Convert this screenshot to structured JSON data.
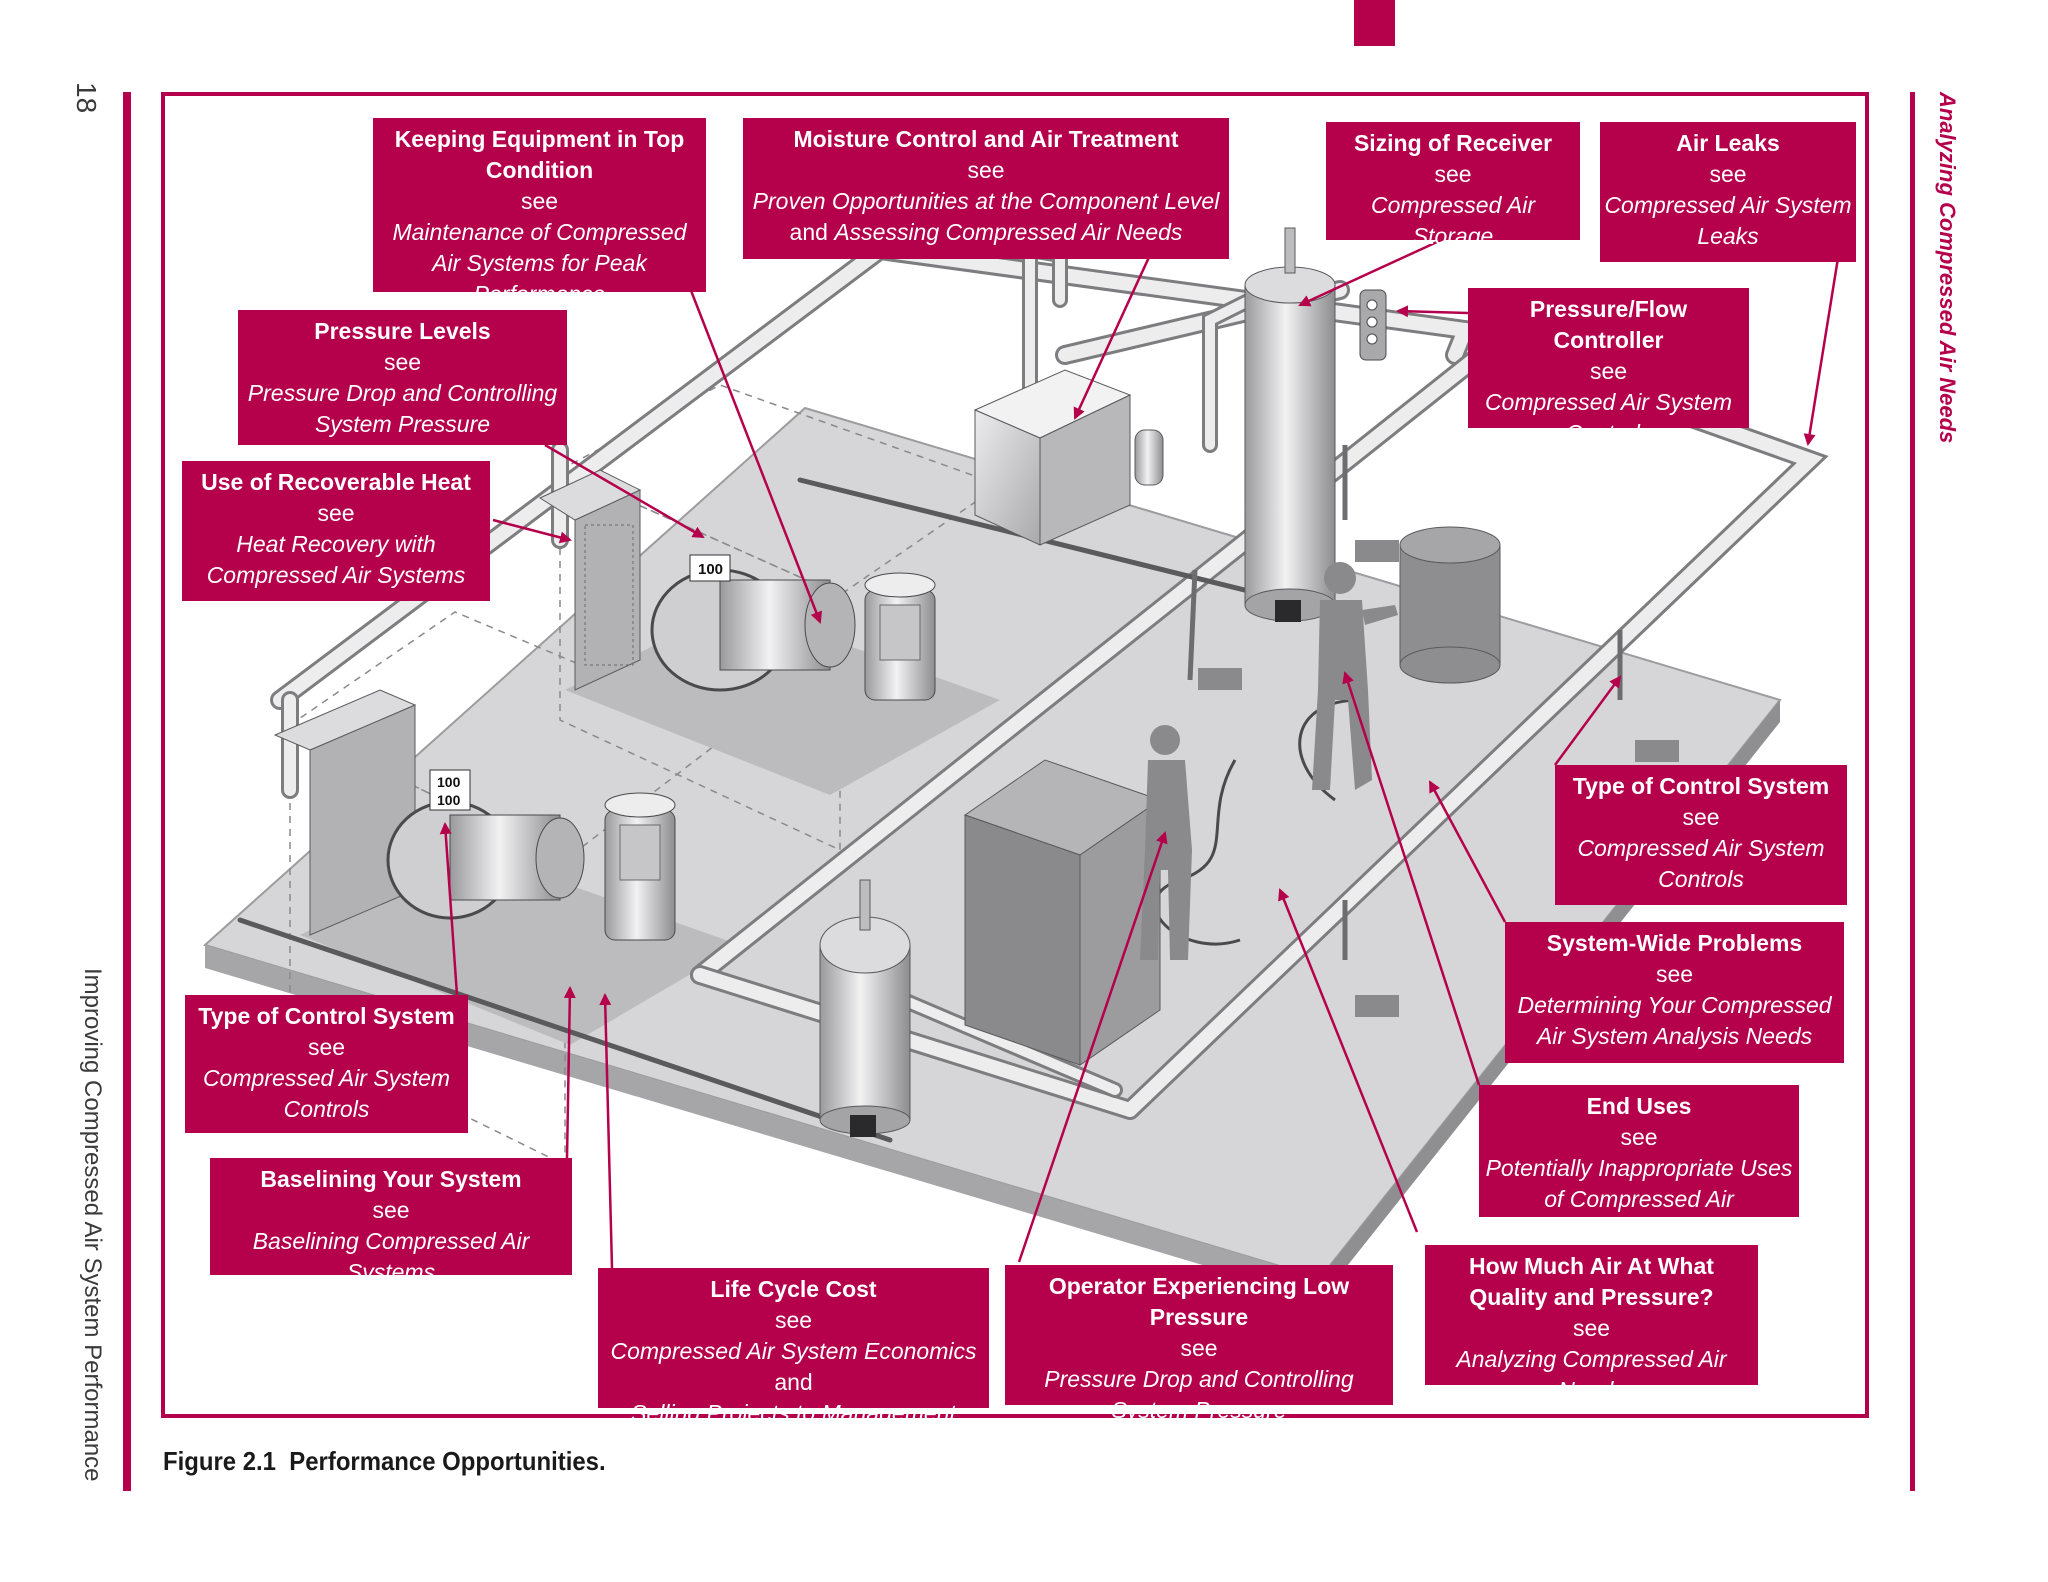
{
  "page": {
    "number": "18",
    "left_running_head": "Improving Compressed Air System Performance",
    "right_running_head": "Analyzing Compressed Air Needs",
    "figure_caption": "Figure 2.1  Performance Opportunities."
  },
  "colors": {
    "accent": "#b5004b",
    "floor": "#d4d4d6",
    "pipe": "#e6e6e8",
    "equipment": "#a7a7aa"
  },
  "callouts": {
    "keeping_equipment": {
      "title": "Keeping Equipment in Top Condition",
      "see": "see",
      "ref": "Maintenance of Compressed Air Systems for Peak Performance"
    },
    "moisture_control": {
      "title": "Moisture Control and Air Treatment",
      "see": "see",
      "ref_a": "Proven Opportunities at the Component Level",
      "and": "and",
      "ref_b": "Assessing Compressed Air Needs"
    },
    "sizing_receiver": {
      "title": "Sizing of Receiver",
      "see": "see",
      "ref": "Compressed Air Storage"
    },
    "air_leaks": {
      "title": "Air Leaks",
      "see": "see",
      "ref": "Compressed Air System Leaks"
    },
    "pressure_levels": {
      "title": "Pressure Levels",
      "see": "see",
      "ref": "Pressure Drop and Controlling System Pressure"
    },
    "pressure_flow_controller": {
      "title": "Pressure/Flow Controller",
      "see": "see",
      "ref": "Compressed Air System Controls"
    },
    "recoverable_heat": {
      "title": "Use of Recoverable Heat",
      "see": "see",
      "ref": "Heat Recovery with Compressed Air Systems"
    },
    "control_system_right": {
      "title": "Type of Control System",
      "see": "see",
      "ref": "Compressed Air System Controls"
    },
    "system_wide": {
      "title": "System-Wide Problems",
      "see": "see",
      "ref": "Determining Your Compressed Air System Analysis Needs"
    },
    "control_system_left": {
      "title": "Type of Control System",
      "see": "see",
      "ref": "Compressed Air System Controls"
    },
    "end_uses": {
      "title": "End Uses",
      "see": "see",
      "ref": "Potentially Inappropriate Uses of Compressed Air"
    },
    "baselining": {
      "title": "Baselining Your System",
      "see": "see",
      "ref": "Baselining Compressed Air Systems"
    },
    "how_much_air": {
      "title": "How Much Air At What Quality and Pressure?",
      "see": "see",
      "ref": "Analyzing Compressed Air Needs"
    },
    "life_cycle": {
      "title": "Life Cycle Cost",
      "see": "see",
      "ref_a": "Compressed Air System Economics",
      "and": "and",
      "ref_b": "Selling Projects to Management"
    },
    "operator_low_pressure": {
      "title": "Operator Experiencing Low Pressure",
      "see": "see",
      "ref": "Pressure Drop and Controlling System Pressure"
    }
  },
  "gauges": {
    "upper": "100",
    "lower_a": "100",
    "lower_b": "100"
  }
}
